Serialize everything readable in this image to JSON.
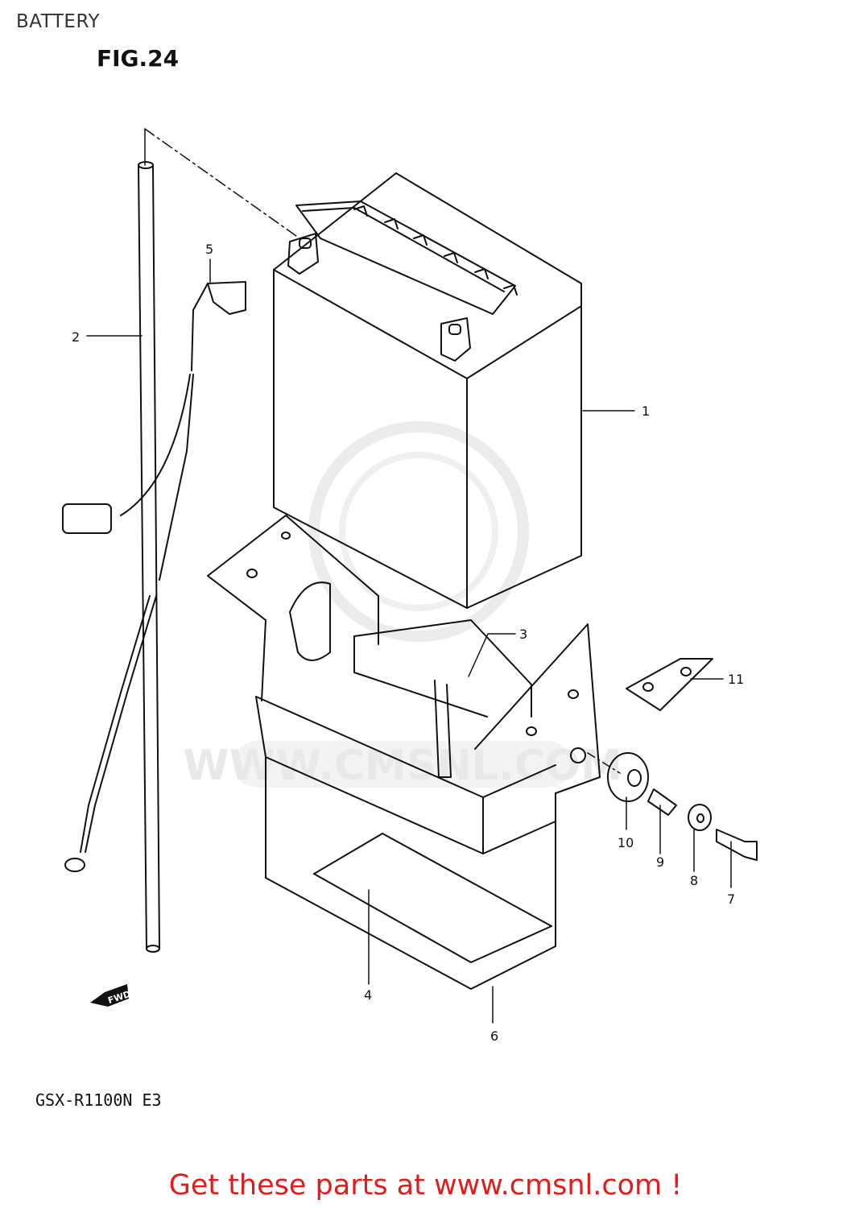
{
  "header": {
    "title": "BATTERY"
  },
  "figure": {
    "label": "FIG.24"
  },
  "watermark": {
    "text": "WWW.CMSNL.COM"
  },
  "direction_badge": {
    "text": "FWD"
  },
  "part_numbers": {
    "p1": "1",
    "p2": "2",
    "p3": "3",
    "p4": "4",
    "p5": "5",
    "p6": "6",
    "p7": "7",
    "p8": "8",
    "p9": "9",
    "p10": "10",
    "p11": "11"
  },
  "model": {
    "code": "GSX-R1100N E3"
  },
  "footer": {
    "link_text": "Get these parts at www.cmsnl.com !"
  },
  "colors": {
    "footer_link": "#e41b1b",
    "line": "#111111",
    "watermark": "#e9e9e9"
  }
}
